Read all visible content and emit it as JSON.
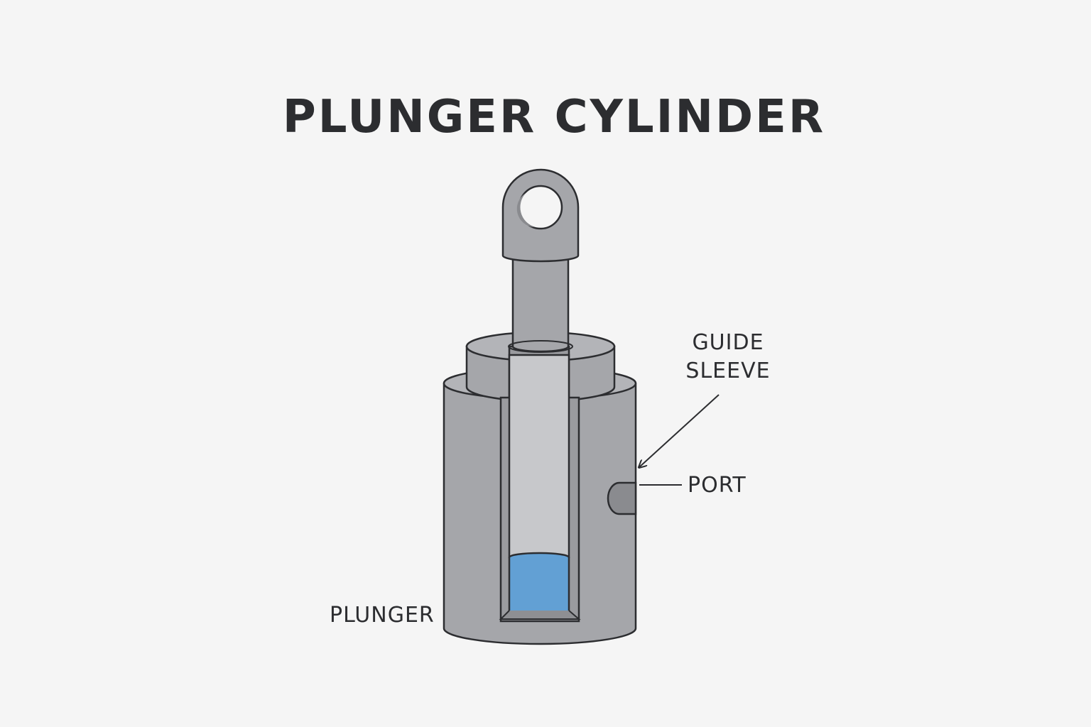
{
  "title": "PLUNGER CYLINDER",
  "labels": {
    "guide_sleeve_line1": "GUIDE",
    "guide_sleeve_line2": "SLEEVE",
    "port": "PORT",
    "plunger": "PLUNGER"
  },
  "colors": {
    "background": "#f5f5f5",
    "outline": "#2c2d30",
    "body": "#a5a6aa",
    "body_light": "#b3b4b8",
    "plunger": "#c7c8cb",
    "fluid": "#62a0d4",
    "fluid_dark": "#4d8ac0",
    "port": "#8a8b8f"
  }
}
